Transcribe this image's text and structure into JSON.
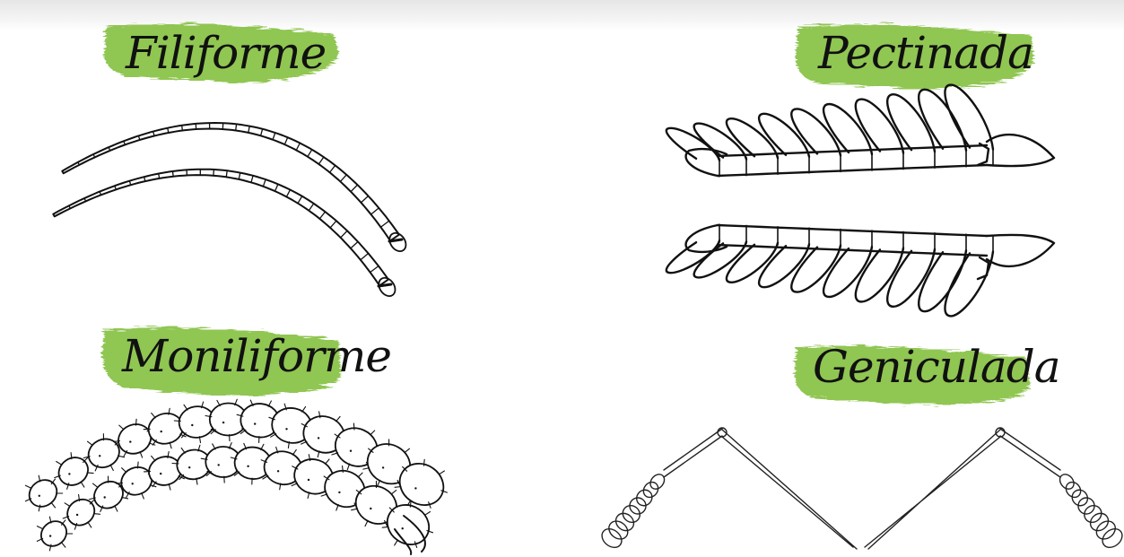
{
  "colors": {
    "brush": "#8bc34a",
    "ink": "#111111",
    "background": "#ffffff"
  },
  "panels": [
    {
      "id": "filiforme",
      "title": "Filiforme"
    },
    {
      "id": "pectinada",
      "title": "Pectinada"
    },
    {
      "id": "moniliforme",
      "title": "Moniliforme"
    },
    {
      "id": "geniculada",
      "title": "Geniculada"
    }
  ]
}
